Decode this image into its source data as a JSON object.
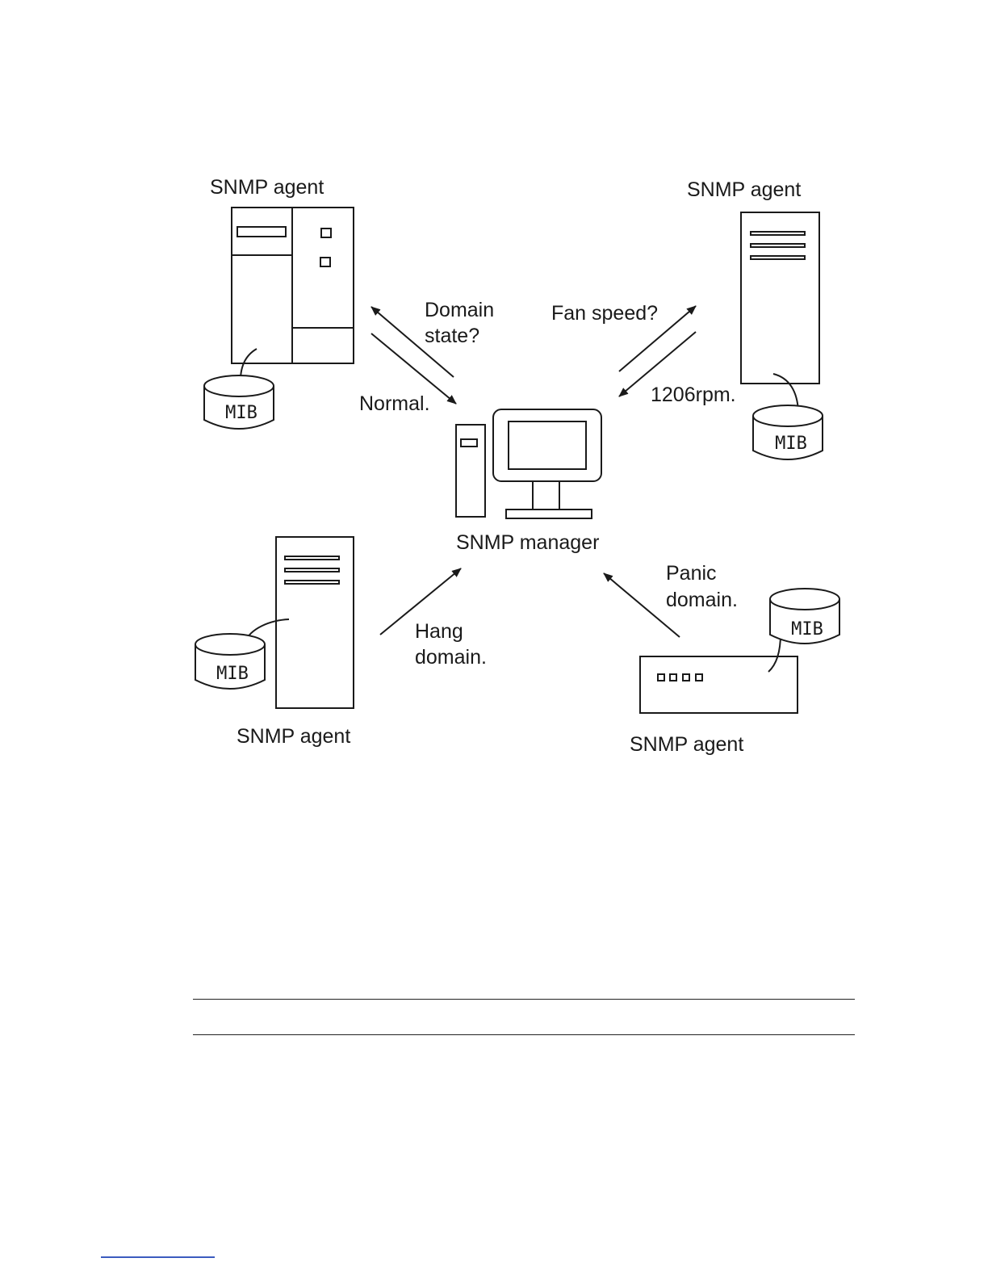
{
  "diagram": {
    "agents": [
      {
        "id": "top-left",
        "label": "SNMP agent",
        "mib_label": "MIB"
      },
      {
        "id": "top-right",
        "label": "SNMP agent",
        "mib_label": "MIB"
      },
      {
        "id": "bottom-left",
        "label": "SNMP agent",
        "mib_label": "MIB"
      },
      {
        "id": "bottom-right",
        "label": "SNMP agent",
        "mib_label": "MIB"
      }
    ],
    "manager": {
      "label": "SNMP manager"
    },
    "messages": {
      "domain_state_line1": "Domain",
      "domain_state_line2": "state?",
      "normal": "Normal.",
      "fan_speed": "Fan speed?",
      "fan_rpm": "1206rpm.",
      "hang_line1": "Hang",
      "hang_line2": "domain.",
      "panic_line1": "Panic",
      "panic_line2": "domain."
    },
    "colors": {
      "line": "#1a1a1a",
      "accent_bar": "#3b5bbf"
    }
  }
}
